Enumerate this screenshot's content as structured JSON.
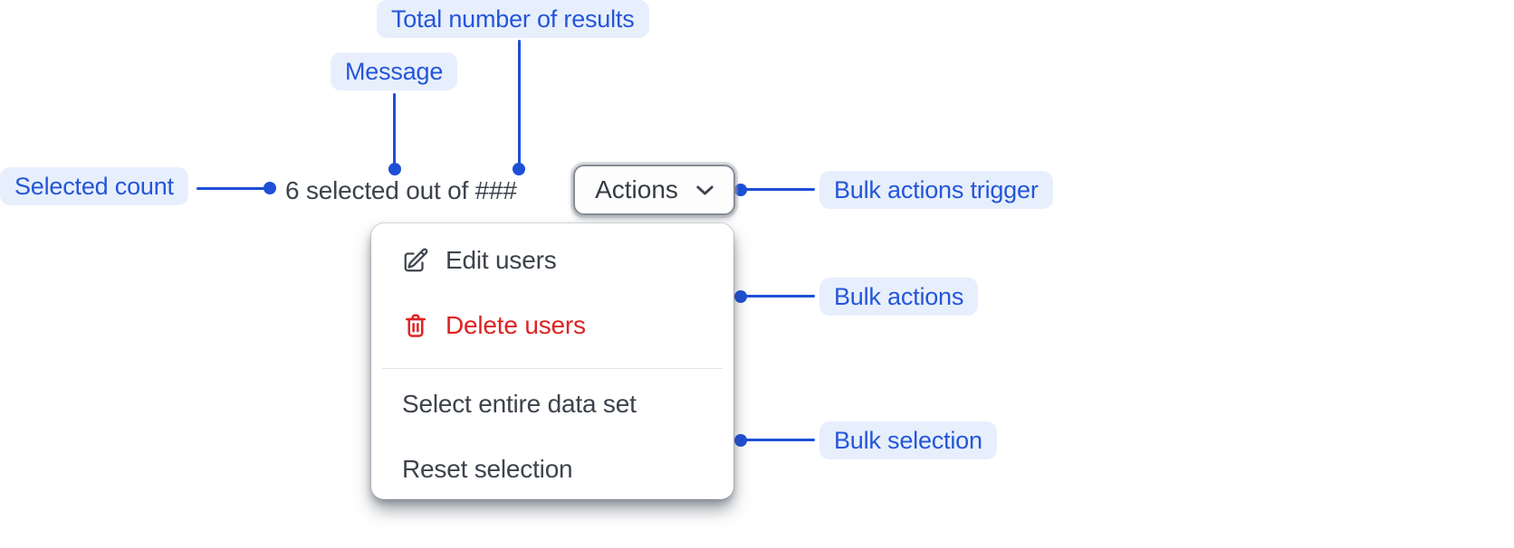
{
  "annotations": {
    "total_results": "Total number of results",
    "message": "Message",
    "selected_count": "Selected count",
    "bulk_actions_trigger": "Bulk actions trigger",
    "bulk_actions": "Bulk actions",
    "bulk_selection": "Bulk selection"
  },
  "toolbar": {
    "selection_message": "6 selected out of ###",
    "actions_button_label": "Actions",
    "actions_button_icon": "chevron-down-icon"
  },
  "menu": {
    "items": [
      {
        "label": "Edit users",
        "icon": "edit-icon",
        "variant": "default"
      },
      {
        "label": "Delete users",
        "icon": "trash-icon",
        "variant": "danger"
      },
      {
        "label": "Select entire data set",
        "icon": null,
        "variant": "default"
      },
      {
        "label": "Reset selection",
        "icon": null,
        "variant": "default"
      }
    ]
  },
  "colors": {
    "annotation_blue": "#1d4fd7",
    "annotation_text_blue": "#2356d9",
    "annotation_pill_bg": "#e8effc",
    "danger_red": "#de2323",
    "text_dark": "#3d434b",
    "button_border_gray": "#868d96",
    "divider_gray": "#e3e5e9"
  }
}
